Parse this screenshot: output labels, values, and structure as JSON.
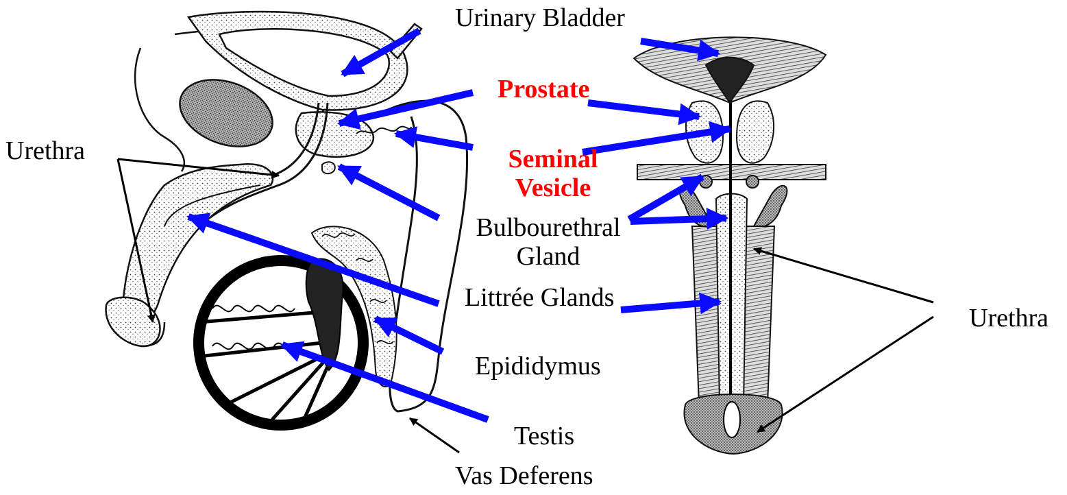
{
  "labels": {
    "urinary_bladder": "Urinary Bladder",
    "prostate": "Prostate",
    "seminal_vesicle_line1": "Seminal",
    "seminal_vesicle_line2": "Vesicle",
    "bulbourethral_line1": "Bulbourethral",
    "bulbourethral_line2": "Gland",
    "littree_glands": "Littrée Glands",
    "epididymus": "Epididymus",
    "testis": "Testis",
    "vas_deferens": "Vas Deferens",
    "urethra_left": "Urethra",
    "urethra_right": "Urethra"
  },
  "colors": {
    "pointer_blue": "#0a0aff",
    "pointer_black": "#000000",
    "highlight_red": "#ff0000",
    "drawing_ink": "#111111",
    "stipple": "#555555"
  }
}
